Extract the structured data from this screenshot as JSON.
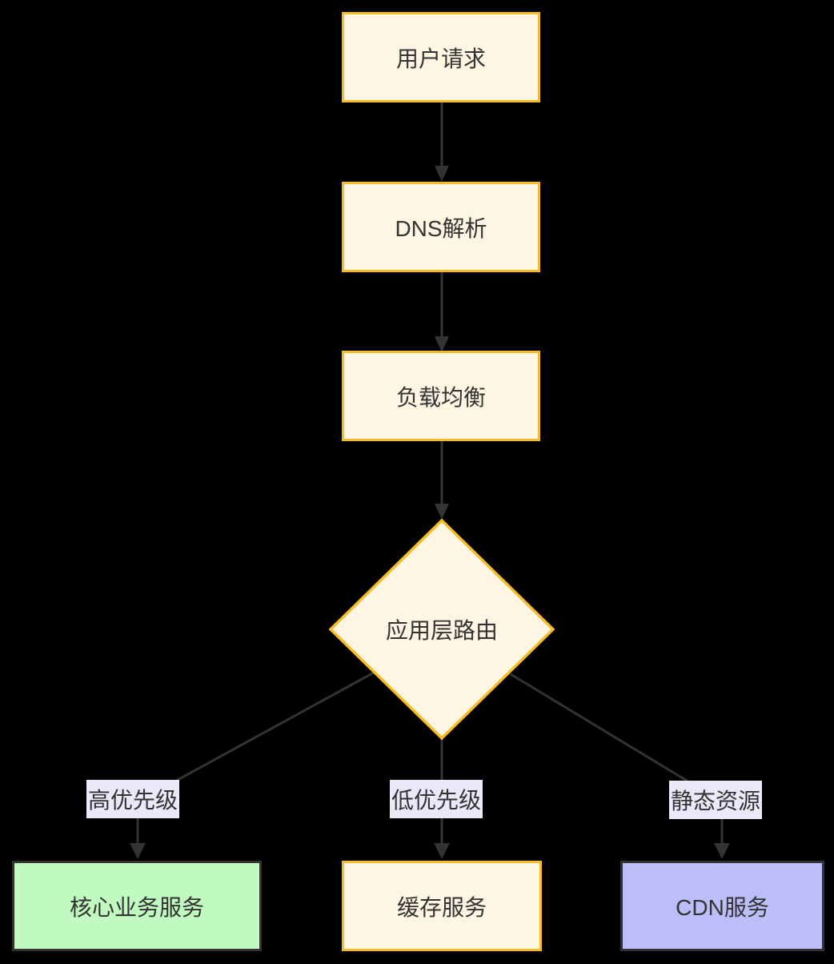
{
  "diagram": {
    "type": "flowchart",
    "direction": "top-down",
    "background_color": "#000000",
    "edge_color": "#333333",
    "text_color": "#333333",
    "edge_label_bg": "#E9E9F9",
    "nodes": [
      {
        "id": "A",
        "label": "用户请求",
        "shape": "rect",
        "fill": "#FEF6E3",
        "stroke": "#F7BB27"
      },
      {
        "id": "B",
        "label": "DNS解析",
        "shape": "rect",
        "fill": "#FEF6E3",
        "stroke": "#F7BB27"
      },
      {
        "id": "C",
        "label": "负载均衡",
        "shape": "rect",
        "fill": "#FEF6E3",
        "stroke": "#F7BB27"
      },
      {
        "id": "D",
        "label": "应用层路由",
        "shape": "diamond",
        "fill": "#FEF6E3",
        "stroke": "#F7BB27"
      },
      {
        "id": "E",
        "label": "核心业务服务",
        "shape": "rect",
        "fill": "#C1FAC1",
        "stroke": "#333333"
      },
      {
        "id": "F",
        "label": "缓存服务",
        "shape": "rect",
        "fill": "#FEF6E3",
        "stroke": "#F7BB27"
      },
      {
        "id": "G",
        "label": "CDN服务",
        "shape": "rect",
        "fill": "#BBBEF8",
        "stroke": "#333333"
      }
    ],
    "edges": [
      {
        "from": "用户请求",
        "to": "DNS解析",
        "label": ""
      },
      {
        "from": "DNS解析",
        "to": "负载均衡",
        "label": ""
      },
      {
        "from": "负载均衡",
        "to": "应用层路由",
        "label": ""
      },
      {
        "from": "应用层路由",
        "to": "核心业务服务",
        "label": "高优先级"
      },
      {
        "from": "应用层路由",
        "to": "缓存服务",
        "label": "低优先级"
      },
      {
        "from": "应用层路由",
        "to": "CDN服务",
        "label": "静态资源"
      }
    ]
  }
}
